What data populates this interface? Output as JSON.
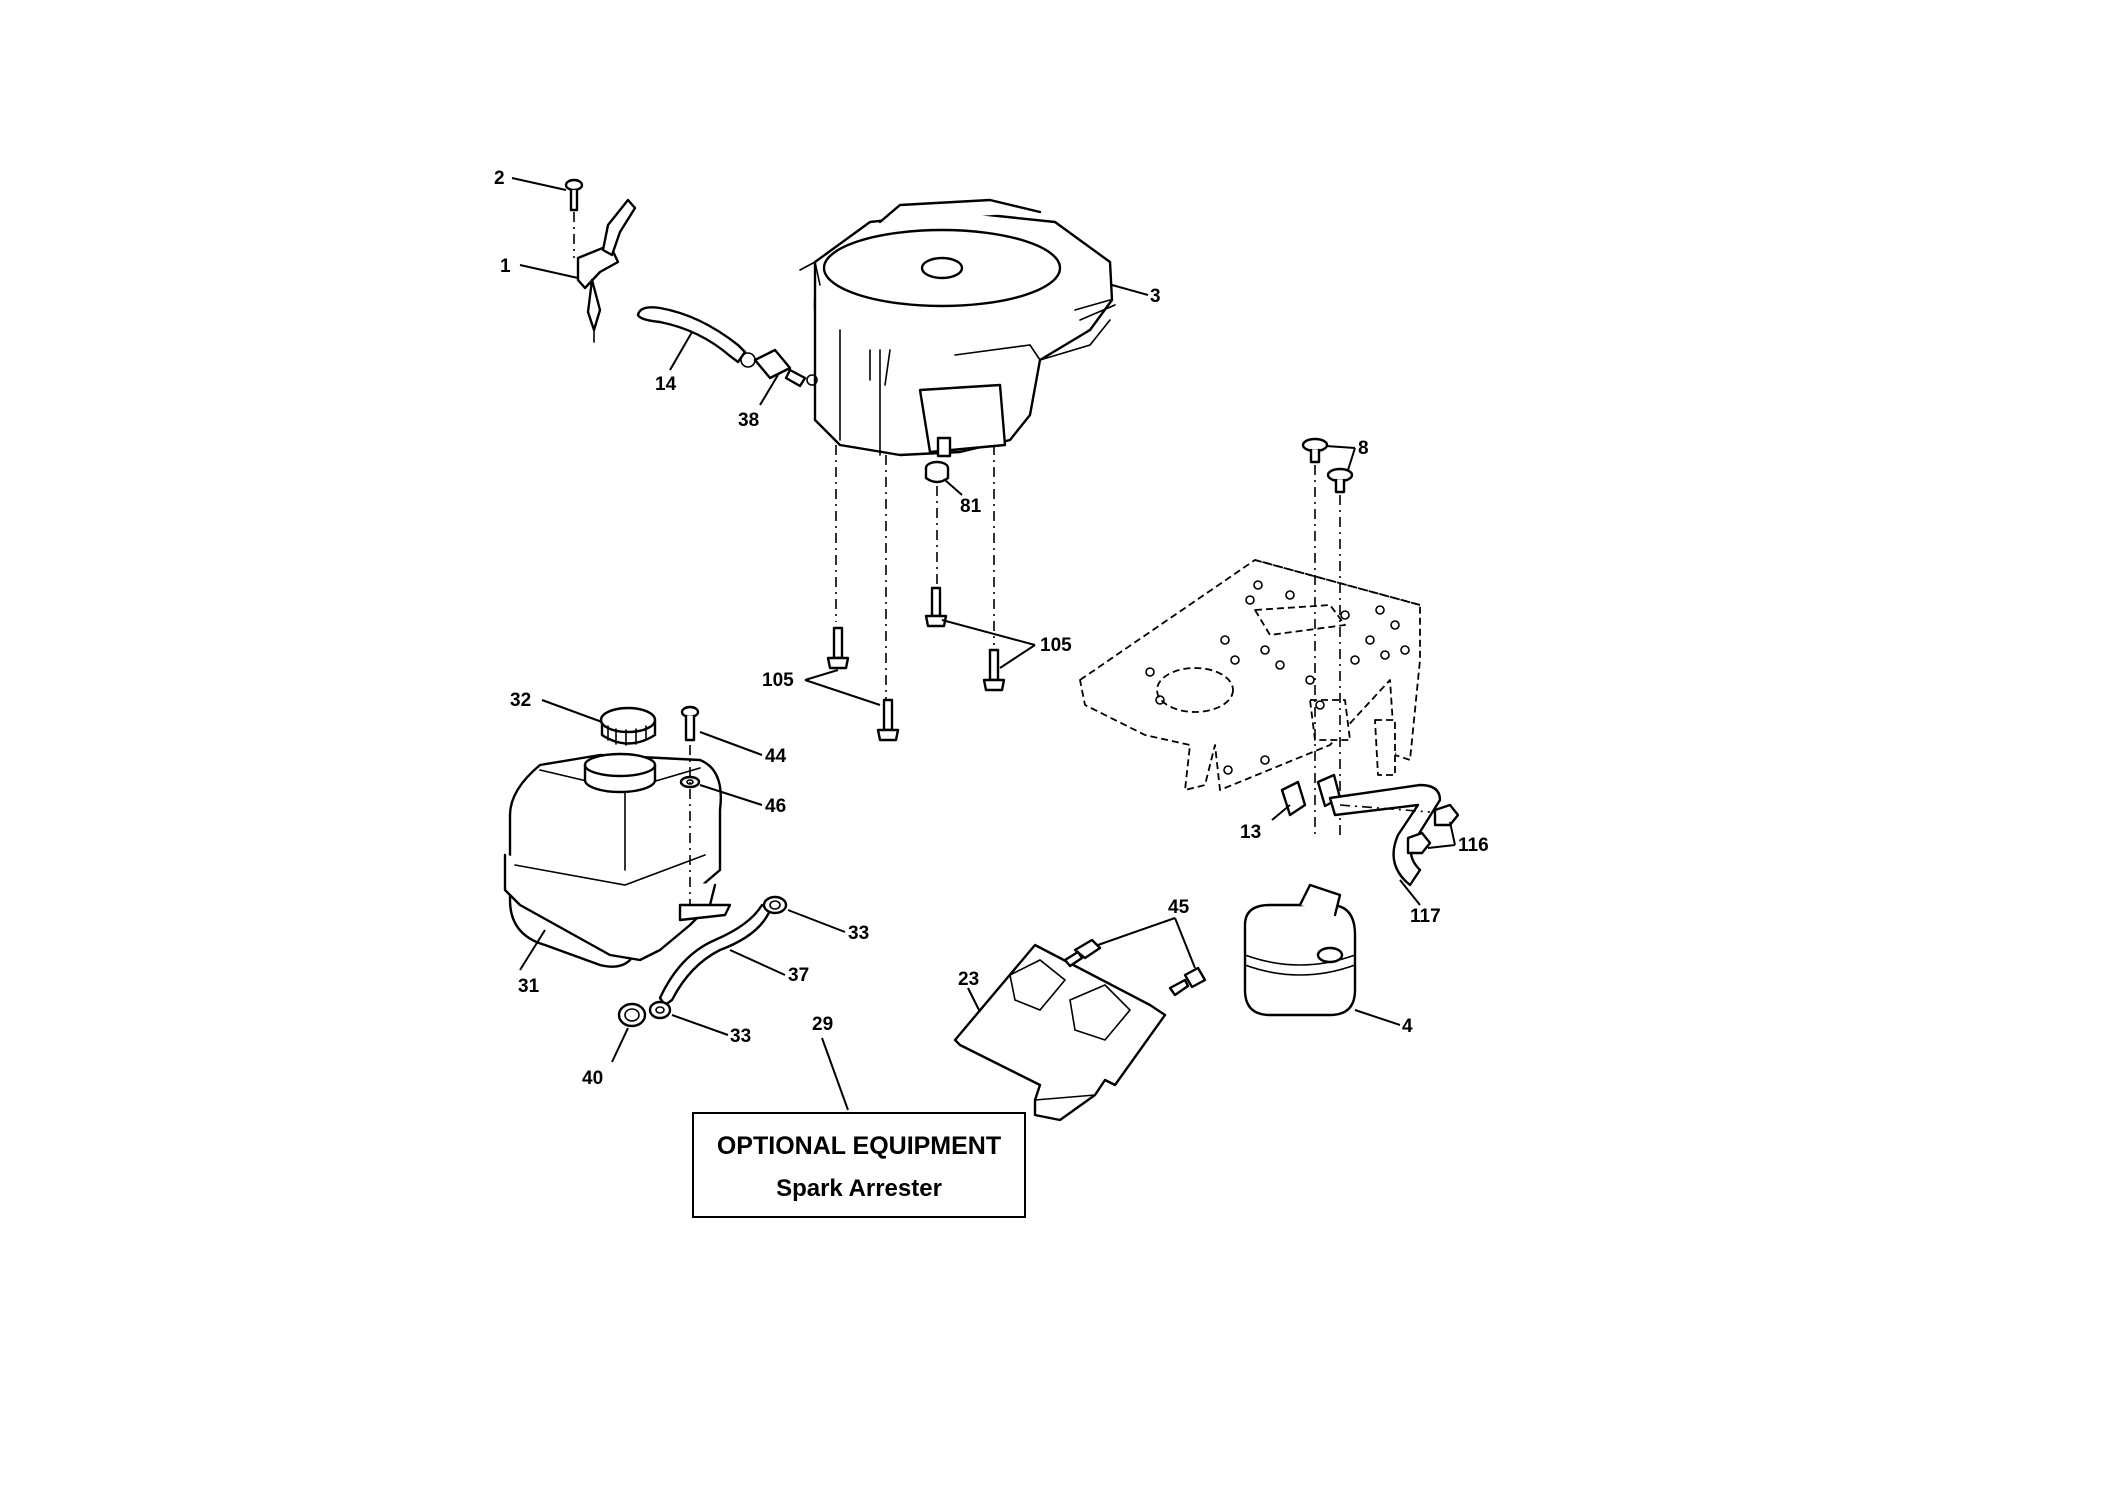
{
  "callouts": {
    "c1": "1",
    "c2": "2",
    "c3": "3",
    "c4": "4",
    "c8": "8",
    "c13": "13",
    "c14": "14",
    "c23": "23",
    "c29": "29",
    "c31": "31",
    "c32": "32",
    "c33a": "33",
    "c33b": "33",
    "c37": "37",
    "c38": "38",
    "c40": "40",
    "c44": "44",
    "c45": "45",
    "c46": "46",
    "c81": "81",
    "c105a": "105",
    "c105b": "105",
    "c116": "116",
    "c117": "117"
  },
  "note": {
    "title": "OPTIONAL EQUIPMENT",
    "subtitle": "Spark Arrester"
  }
}
